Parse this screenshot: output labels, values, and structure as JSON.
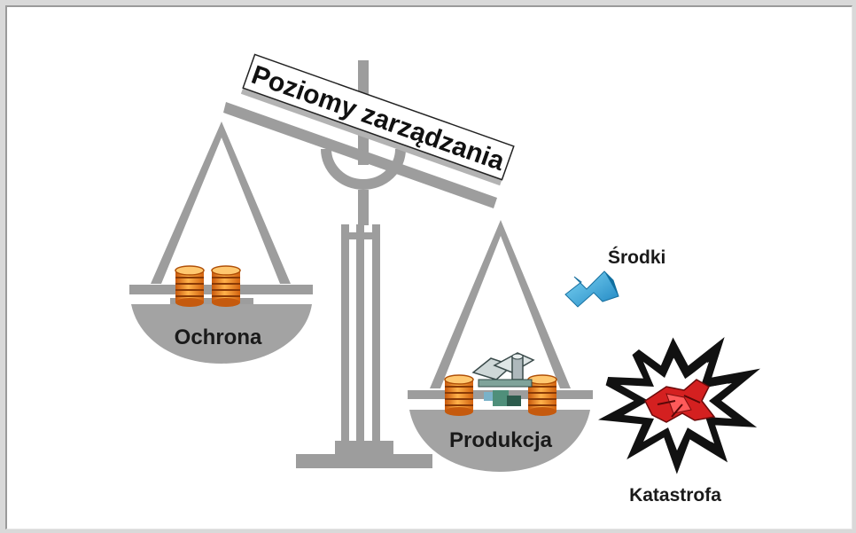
{
  "diagram": {
    "banner": "Poziomy zarządzania",
    "left_pan": "Ochrona",
    "right_pan": "Produkcja",
    "resources": "Środki",
    "catastrophe": "Katastrofa"
  },
  "colors": {
    "scale_gray": "#9d9d9d",
    "coin_orange": "#f08a24",
    "arrow_blue": "#2ea6d6",
    "burst_red": "#d42020"
  },
  "icons": [
    "coin-stack-icon",
    "factory-icon",
    "arrow-icon",
    "explosion-icon"
  ]
}
